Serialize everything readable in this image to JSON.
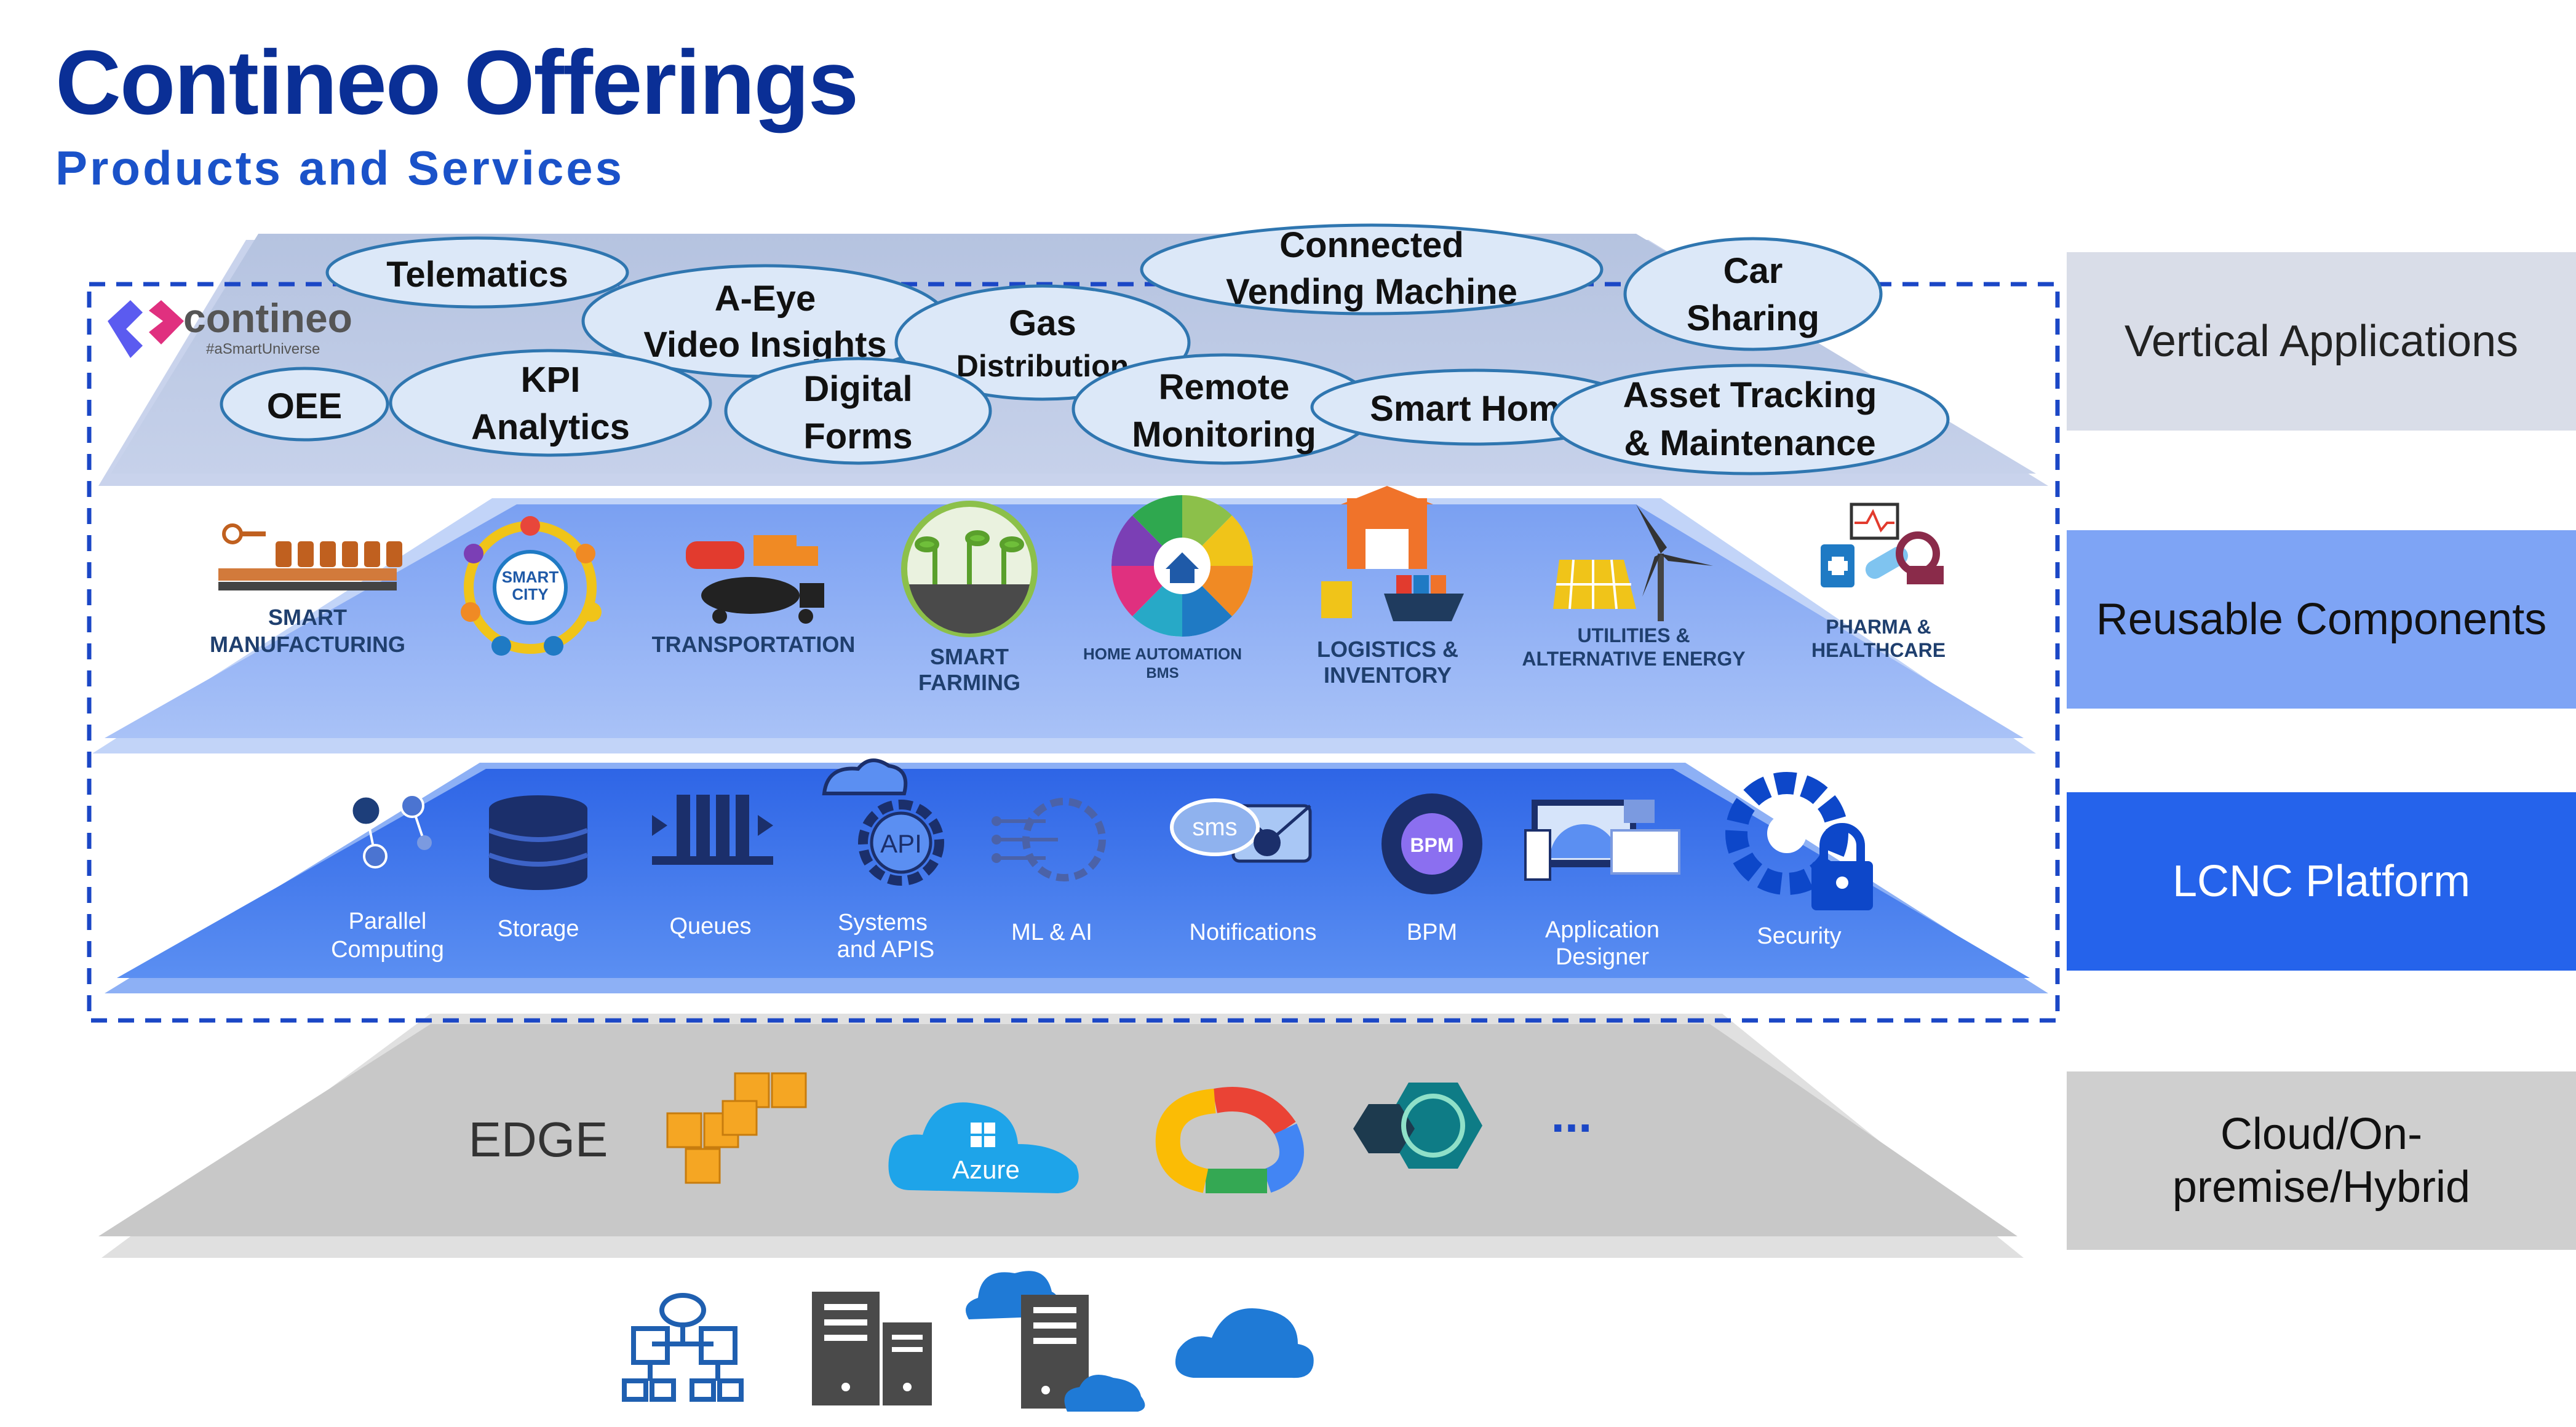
{
  "header": {
    "title": "Contineo Offerings",
    "subtitle": "Products and Services"
  },
  "logo": {
    "name": "contineo",
    "tagline": "#aSmartUniverse"
  },
  "vertical_applications": [
    {
      "line1": "Telematics",
      "line2": ""
    },
    {
      "line1": "A-Eye",
      "line2": "Video Insights"
    },
    {
      "line1": "Gas",
      "line2": "Distribution"
    },
    {
      "line1": "Connected",
      "line2": "Vending Machine"
    },
    {
      "line1": "Car",
      "line2": "Sharing"
    },
    {
      "line1": "OEE",
      "line2": ""
    },
    {
      "line1": "KPI",
      "line2": "Analytics"
    },
    {
      "line1": "Digital",
      "line2": "Forms"
    },
    {
      "line1": "Remote",
      "line2": "Monitoring"
    },
    {
      "line1": "Smart Home",
      "line2": ""
    },
    {
      "line1": "Asset Tracking",
      "line2": "& Maintenance"
    }
  ],
  "reusable_components": [
    {
      "line1": "SMART",
      "line2": "MANUFACTURING"
    },
    {
      "line1": "SMART",
      "line2": "CITY"
    },
    {
      "line1": "TRANSPORTATION",
      "line2": ""
    },
    {
      "line1": "SMART",
      "line2": "FARMING"
    },
    {
      "line1": "HOME AUTOMATION",
      "line2": "BMS"
    },
    {
      "line1": "LOGISTICS &",
      "line2": "INVENTORY"
    },
    {
      "line1": "UTILITIES &",
      "line2": "ALTERNATIVE ENERGY"
    },
    {
      "line1": "PHARMA &",
      "line2": "HEALTHCARE"
    }
  ],
  "platform_components": [
    {
      "line1": "Parallel",
      "line2": "Computing"
    },
    {
      "line1": "Storage",
      "line2": ""
    },
    {
      "line1": "Queues",
      "line2": ""
    },
    {
      "line1": "Systems",
      "line2": "and APIS"
    },
    {
      "line1": "ML & AI",
      "line2": ""
    },
    {
      "line1": "Notifications",
      "line2": ""
    },
    {
      "line1": "BPM",
      "line2": ""
    },
    {
      "line1": "Application",
      "line2": "Designer"
    },
    {
      "line1": "Security",
      "line2": ""
    }
  ],
  "icon_texts": {
    "api": "API",
    "sms": "sms",
    "bpm": "BPM",
    "azure": "Azure",
    "more": "..."
  },
  "infrastructure": {
    "edge_label": "EDGE"
  },
  "side_labels": {
    "vertical": "Vertical Applications",
    "reusable": "Reusable Components",
    "lcnc": "LCNC Platform",
    "cloud_line1": "Cloud/On-",
    "cloud_line2": "premise/Hybrid"
  },
  "colors": {
    "title": "#0a2f96",
    "subtitle": "#1a52c9",
    "bubble_fill": "#dce8f8",
    "bubble_stroke": "#2f76b0",
    "side_vertical": "#d9dde8",
    "side_reusable": "#7ea4f5",
    "side_lcnc": "#2563eb",
    "side_cloud": "#cfcfcf",
    "dashed_border": "#1b47c6"
  }
}
